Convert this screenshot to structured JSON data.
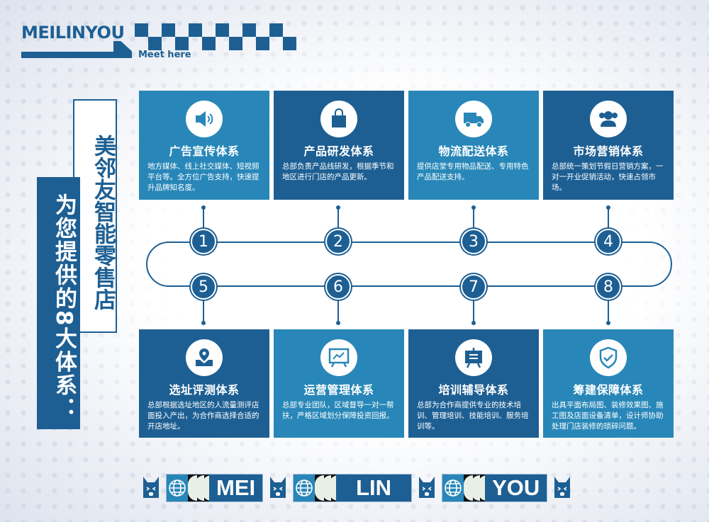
{
  "brand": {
    "logo": "MEILINYOU",
    "tagline": "Meet here"
  },
  "title": {
    "subtitle": "美邻友智能零售店",
    "main": "为您提供的8大体系："
  },
  "colors": {
    "dark": "#1d5f93",
    "light": "#2887b8"
  },
  "cards": [
    {
      "num": "1",
      "title": "广告宣传体系",
      "text": "地方媒体、线上社交媒体、短视频平台等。全方位广告支持，快速提升品牌知名度。",
      "icon": "speaker-icon"
    },
    {
      "num": "2",
      "title": "产品研发体系",
      "text": "总部负责产品线研发，根据季节和地区进行门店的产品更新。",
      "icon": "shopping-bag-icon"
    },
    {
      "num": "3",
      "title": "物流配送体系",
      "text": "提供店堂专用物品配送、专用特色产品配送支持。",
      "icon": "truck-icon"
    },
    {
      "num": "4",
      "title": "市场营销体系",
      "text": "总部统一策划节假日营销方案，一对一开业促销活动，快速占领市场。",
      "icon": "users-icon"
    },
    {
      "num": "5",
      "title": "选址评测体系",
      "text": "总部根据选址地区的人流量测评店面投入产出，为合作商选择合适的开店地址。",
      "icon": "location-pin-icon"
    },
    {
      "num": "6",
      "title": "运营管理体系",
      "text": "总部专业团队，区域督导一对一帮扶，严格区域划分保障投资回报。",
      "icon": "chart-board-icon"
    },
    {
      "num": "7",
      "title": "培训辅导体系",
      "text": "总部为合作商提供专业的技术培训、管理培训、技能培训、服务培训等。",
      "icon": "easel-icon"
    },
    {
      "num": "8",
      "title": "筹建保障体系",
      "text": "出具平面布局图、装修效果图、施工图及店面设备清单，设计师协助处理门店装修的琐碎问题。",
      "icon": "shield-check-icon"
    }
  ],
  "banner": {
    "words": [
      "MEI",
      "LIN",
      "YOU"
    ]
  }
}
